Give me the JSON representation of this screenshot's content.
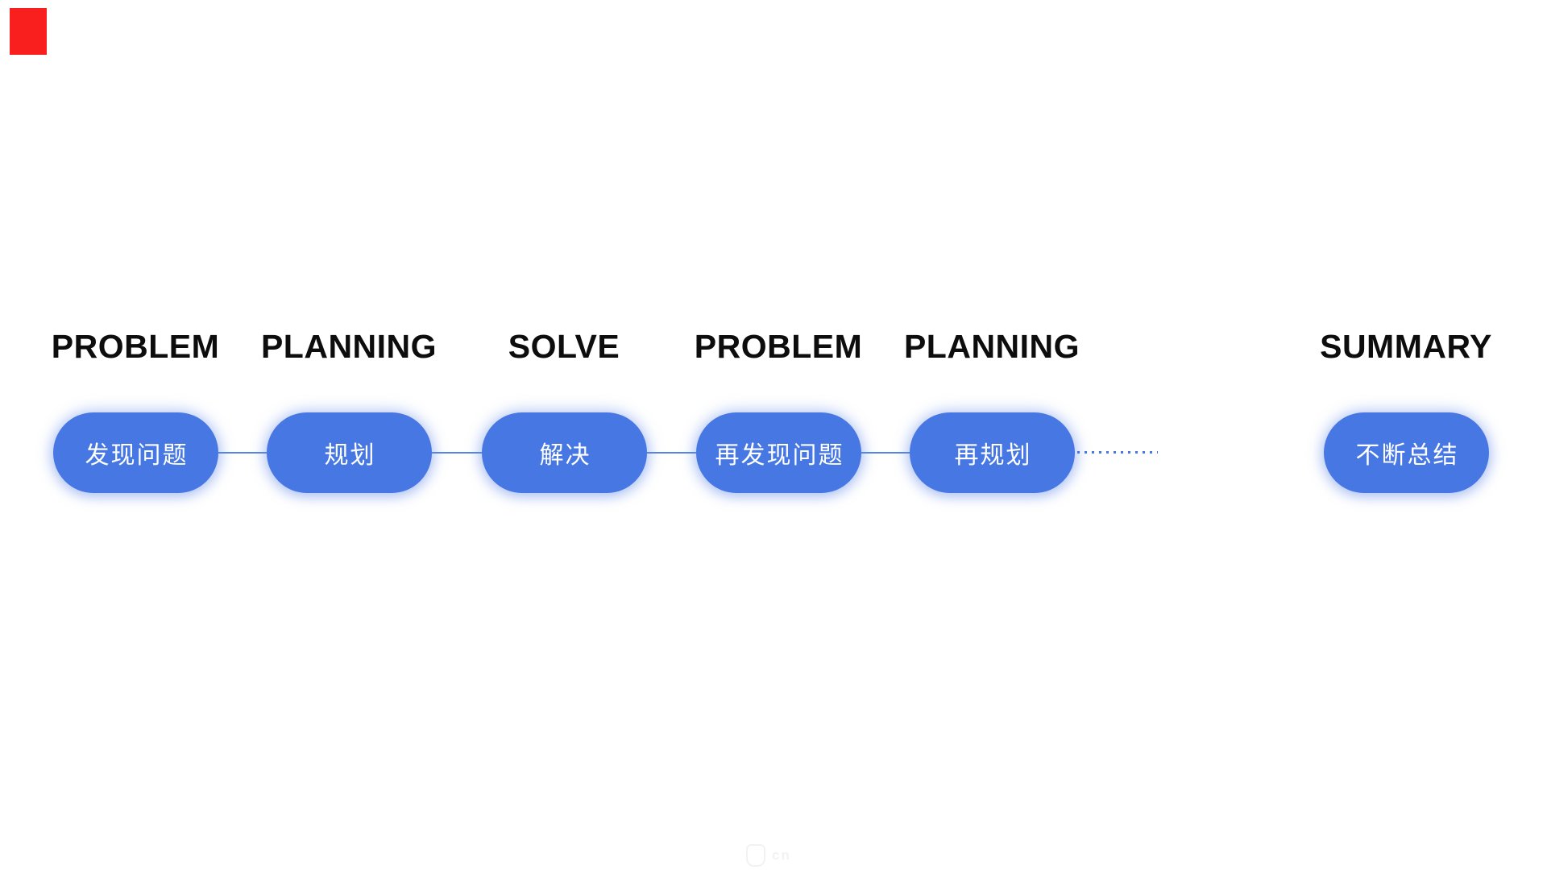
{
  "slide": {
    "background": "#ffffff",
    "stages": [
      {
        "title": "PROBLEM",
        "label": "发现问题"
      },
      {
        "title": "PLANNING",
        "label": "规划"
      },
      {
        "title": "SOLVE",
        "label": "解决"
      },
      {
        "title": "PROBLEM",
        "label": "再发现问题"
      },
      {
        "title": "PLANNING",
        "label": "再规划"
      },
      {
        "title": "SUMMARY",
        "label": "不断总结"
      }
    ],
    "watermark": {
      "text": "cn"
    }
  },
  "colors": {
    "pill": "#4677e2",
    "pill-text": "#ffffff",
    "connector": "#5584e6",
    "dots": "#4677e8",
    "title": "#0d0d0d",
    "accent-red": "#f91f1f",
    "watermark": "#f2f2f2"
  }
}
